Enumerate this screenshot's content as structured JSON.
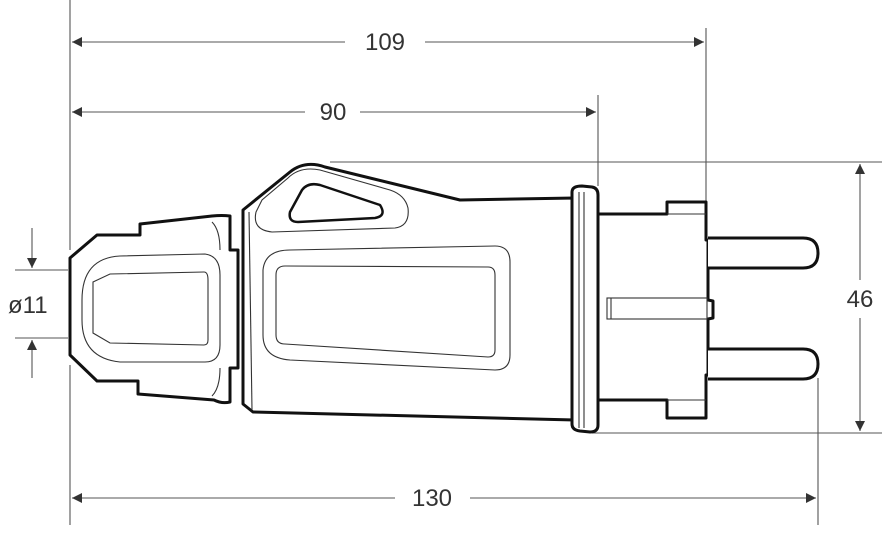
{
  "title": "Plug dimension drawing",
  "dimensions": {
    "overall_to_flange_tabs": "109",
    "to_flange": "90",
    "overall_length": "130",
    "height": "46",
    "cable_diameter": "ø11"
  }
}
